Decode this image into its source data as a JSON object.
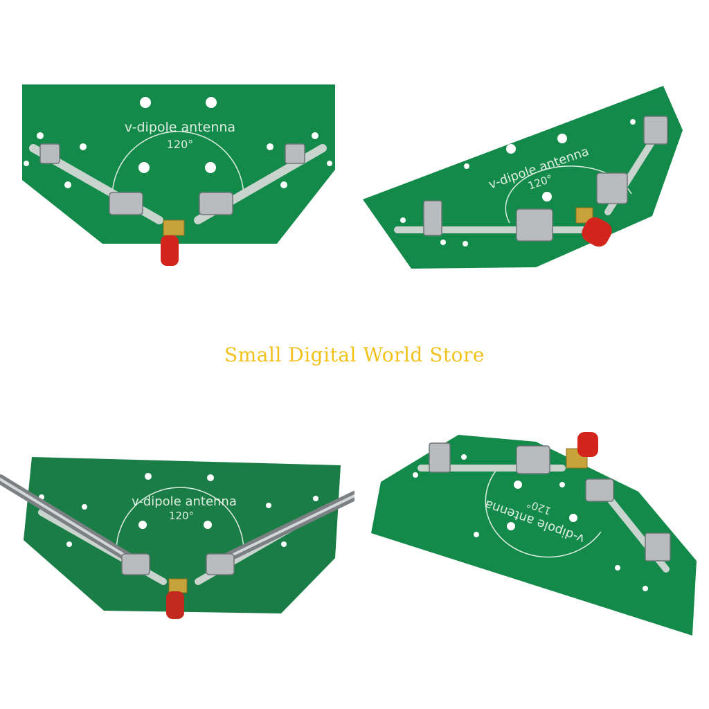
{
  "watermark": {
    "text": "Small Digital World Store",
    "color": "#f2c21b"
  },
  "board": {
    "label": "v-dipole antenna",
    "angle_label": "120°",
    "pcb_color": "#138a4a",
    "trace_color": "#c9d4cf",
    "connector_color": "#c8a23a",
    "cap_color": "#d2261c"
  },
  "photos": [
    {
      "view": "front"
    },
    {
      "view": "angled-right"
    },
    {
      "view": "front-with-telescopic-rods"
    },
    {
      "view": "angled-upside-down"
    }
  ]
}
